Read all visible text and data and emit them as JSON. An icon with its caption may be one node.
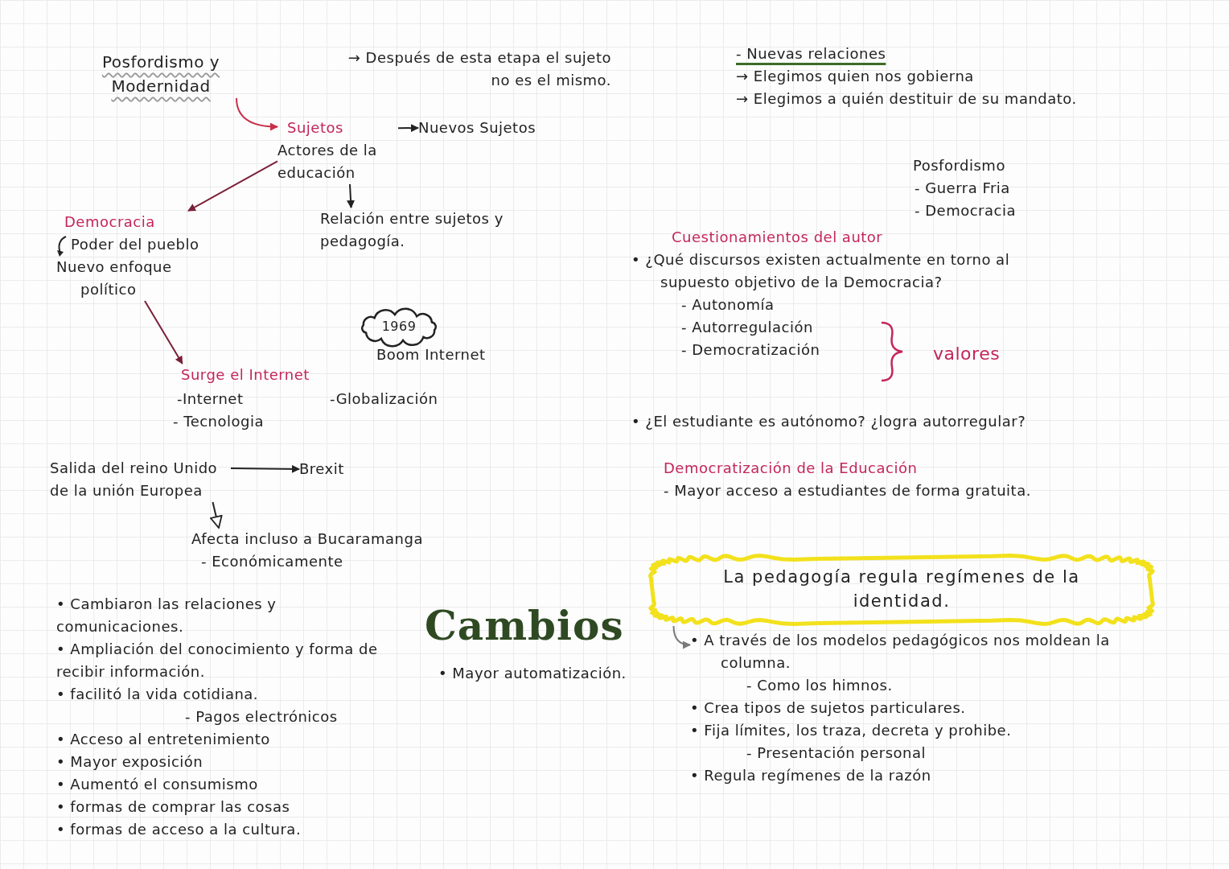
{
  "diagram": {
    "nodes": [
      {
        "text": [
          "Posfordismo y Modernidad"
        ]
      },
      {
        "text": [
          "Sujetos",
          "Actores de la educación"
        ]
      },
      {
        "text": [
          "Nuevos Sujetos"
        ]
      },
      {
        "text": [
          "Democracia",
          "Poder del pueblo",
          "Nuevo enfoque político"
        ]
      },
      {
        "text": [
          "Relación entre sujetos y pedagogía."
        ]
      },
      {
        "text": [
          "1969"
        ],
        "beside": [
          "Boom Internet"
        ]
      },
      {
        "text": [
          "Surge el Internet",
          "-Internet",
          "- Tecnologia",
          "-Globalización"
        ]
      },
      {
        "text": [
          "Salida del reino Unido de la unión Europea"
        ]
      },
      {
        "text": [
          "Brexit"
        ]
      },
      {
        "text": [
          "Afecta incluso a Bucaramanga",
          "- Económicamente"
        ]
      },
      {
        "text": [
          "La pedagogía regula regímenes de la identidad."
        ]
      },
      {
        "text": [
          "• A través de los modelos pedagógicos nos moldean la columna.",
          "- Como los himnos.",
          "• Crea tipos de sujetos particulares.",
          "• Fija límites, los traza, decreta y prohibe.",
          "- Presentación personal",
          "• Regula regímenes de la razón"
        ]
      }
    ],
    "edges": [
      {
        "from": 0,
        "to": 1,
        "arrow": "to",
        "color": "#c8304a"
      },
      {
        "from": 1,
        "to": 2,
        "arrow": "to"
      },
      {
        "from": 1,
        "to": 3,
        "arrow": "to",
        "color": "#7a2038"
      },
      {
        "from": 1,
        "to": 4,
        "arrow": "to"
      },
      {
        "from": 3,
        "to": 6,
        "arrow": "to",
        "color": "#7a2038"
      },
      {
        "from": 7,
        "to": 8,
        "arrow": "to"
      },
      {
        "from": 7,
        "to": 9,
        "arrow": "to"
      },
      {
        "from": 10,
        "to": 11,
        "arrow": "to",
        "color": "#7a7a7a"
      }
    ],
    "labels": [
      "→ Después de esta etapa el sujeto no es el mismo.",
      "- Nuevas relaciones",
      "→ Elegimos quien nos gobierna",
      "→ Elegimos a quién destituir de su mandato.",
      "Posfordismo",
      "- Guerra Fria",
      "- Democracia",
      "Cuestionamientos del autor",
      "• ¿Qué discursos existen actualmente en torno al supuesto objetivo de la Democracia?",
      "- Autonomía",
      "- Autorregulación",
      "- Democratización",
      "valores",
      "• ¿El estudiante es autónomo? ¿logra autorregular?",
      "Democratización de la Educación",
      "- Mayor acceso a estudiantes de forma gratuita.",
      "• Cambiaron las relaciones y comunicaciones.",
      "• Ampliación del conocimiento y forma de recibir información.",
      "• facilitó la vida cotidiana.",
      "- Pagos electrónicos",
      "• Acceso al entretenimiento",
      "• Mayor exposición",
      "• Aumentó el consumismo",
      "• formas de comprar las cosas",
      "• formas de acceso a la cultura.",
      "Cambios",
      "• Mayor automatización."
    ]
  }
}
